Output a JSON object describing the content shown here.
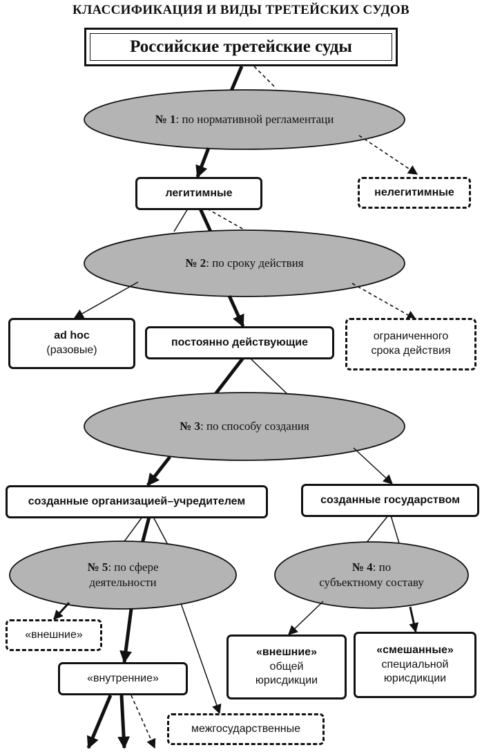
{
  "page_title": "КЛАССИФИКАЦИЯ И ВИДЫ ТРЕТЕЙСКИХ СУДОВ",
  "root": "Российские третейские суды",
  "criteria": {
    "c1": {
      "num": "№ 1",
      "text": ": по нормативной регламентаци"
    },
    "c2": {
      "num": "№ 2",
      "text": ": по сроку действия"
    },
    "c3": {
      "num": "№ 3",
      "text": ": по способу создания"
    },
    "c5": {
      "num": "№ 5",
      "text": ": по сфере",
      "text2": "деятельности"
    },
    "c4": {
      "num": "№ 4",
      "text": ": по",
      "text2": "субъектному составу"
    }
  },
  "nodes": {
    "legitimate": "легитимные",
    "illegitimate": "нелегитимные",
    "adhoc_title": "ad hoc",
    "adhoc_sub": "(разовые)",
    "permanent": "постоянно действующие",
    "limited_1": "ограниченного",
    "limited_2": "срока действия",
    "by_founder": "созданные организацией–учредителем",
    "by_state": "созданные государством",
    "external": "«внешние»",
    "internal": "«внутренние»",
    "interstate": "межгосударственные",
    "ext_gen_title": "«внешние»",
    "ext_gen_1": "общей",
    "ext_gen_2": "юрисдикции",
    "mixed_title": "«смешанные»",
    "mixed_1": "специальной",
    "mixed_2": "юрисдикции"
  },
  "colors": {
    "ellipse_fill": "#b4b4b4",
    "stroke": "#111111"
  }
}
